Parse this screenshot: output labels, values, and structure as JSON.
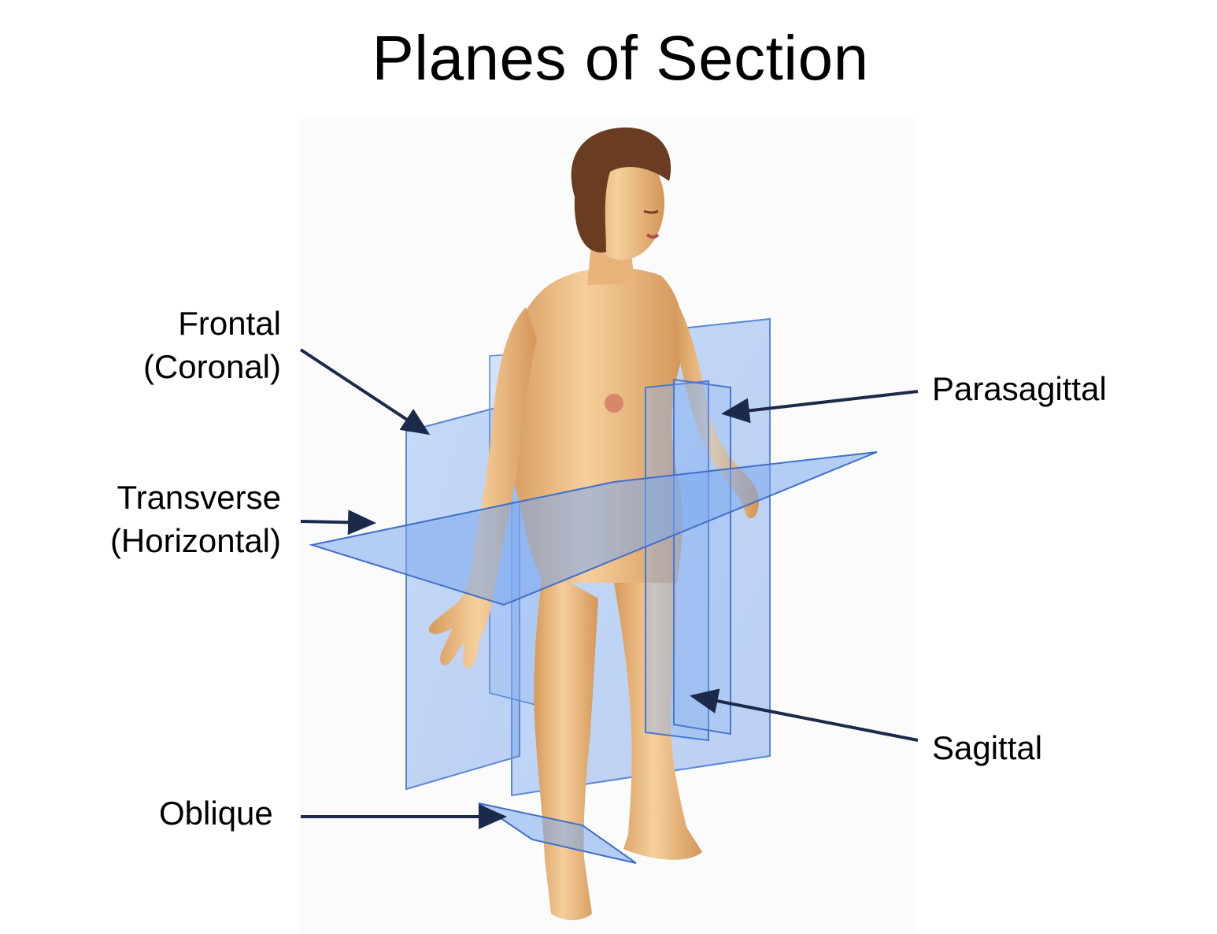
{
  "title": "Planes of Section",
  "labels": {
    "frontal": {
      "line1": "Frontal",
      "line2": "(Coronal)"
    },
    "transverse": {
      "line1": "Transverse",
      "line2": "(Horizontal)"
    },
    "oblique": "Oblique",
    "parasagittal": "Parasagittal",
    "sagittal": "Sagittal"
  },
  "colors": {
    "arrow": "#1b2a4a",
    "plane_fill": "#7aa7ef",
    "plane_edge": "#3f6fc8",
    "skin": "#f2c28a",
    "skin_shadow": "#c98f55",
    "hair": "#6a3d22"
  }
}
